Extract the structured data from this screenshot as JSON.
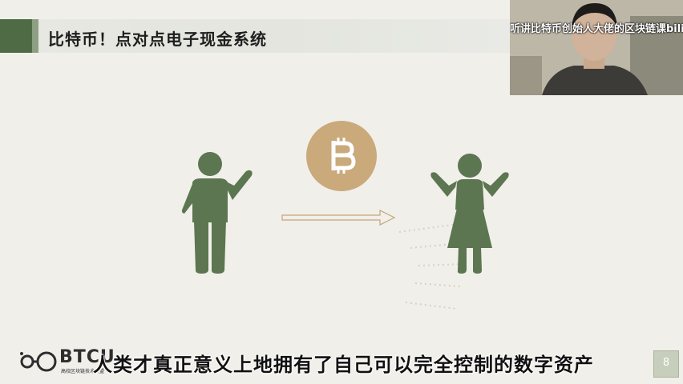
{
  "slide": {
    "title": "比特币！点对点电子现金系统",
    "page_number": "8"
  },
  "webcam": {
    "overlay_text": "听讲比特币创始人大佬的区块链课bilibili"
  },
  "logo": {
    "brand": "BTCU",
    "sub": "高校区块链技术联盟"
  },
  "subtitle": {
    "text": "人类才真正意义上地拥有了自己可以完全控制的数字资产"
  },
  "colors": {
    "accent_green": "#5b7650",
    "bitcoin_gold": "#caa97b",
    "background": "#f1efea"
  }
}
